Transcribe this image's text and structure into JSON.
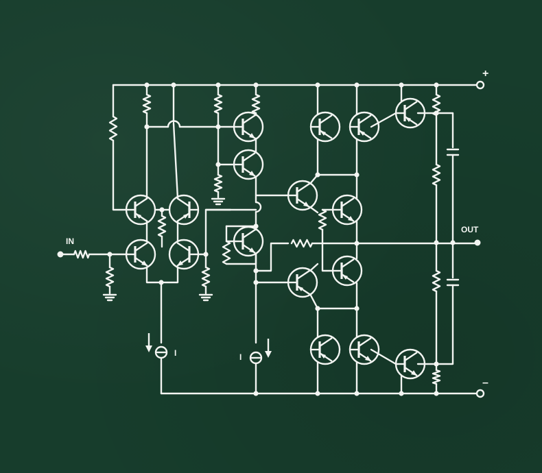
{
  "labels": {
    "plus": "+",
    "minus": "–",
    "input": "IN",
    "output": "OUT",
    "current_source_left": "I",
    "current_source_right": "I"
  },
  "colors": {
    "board": "#173d2c",
    "ink": "#f3f5f2"
  }
}
